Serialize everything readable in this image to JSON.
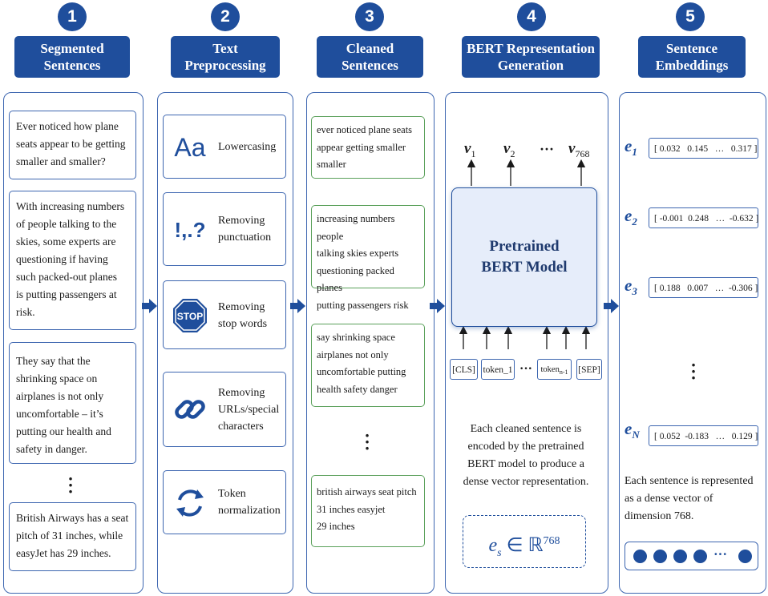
{
  "steps": [
    {
      "number": "1",
      "title": [
        "Segmented",
        "Sentences"
      ]
    },
    {
      "number": "2",
      "title": [
        "Text",
        "Preprocessing"
      ]
    },
    {
      "number": "3",
      "title": [
        "Cleaned",
        "Sentences"
      ]
    },
    {
      "number": "4",
      "title": [
        "BERT Representation",
        "Generation"
      ]
    },
    {
      "number": "5",
      "title": [
        "Sentence",
        "Embeddings"
      ]
    }
  ],
  "segmented": [
    [
      "Ever noticed how plane",
      "seats appear to be getting",
      "smaller and smaller?"
    ],
    [
      "With increasing numbers",
      "of people talking to the",
      "skies, some experts are",
      "questioning if having",
      "such packed-out planes",
      "is putting passengers at",
      "risk."
    ],
    [
      "They say that the",
      "shrinking space on",
      "airplanes is not only",
      "uncomfortable – it’s",
      "putting our health and",
      "safety in danger."
    ],
    [
      "British Airways has a seat",
      "pitch of 31 inches, while",
      "easyJet has 29 inches."
    ]
  ],
  "preprocessing": [
    {
      "icon": "Aa",
      "icon_name": "lowercase-icon",
      "label": [
        "Lowercasing"
      ]
    },
    {
      "icon": "!,.?",
      "icon_name": "punctuation-icon",
      "label": [
        "Removing",
        "punctuation"
      ]
    },
    {
      "icon": "STOP",
      "icon_name": "stop-sign-icon",
      "label": [
        "Removing",
        "stop words"
      ]
    },
    {
      "icon": "",
      "icon_name": "link-icon",
      "label": [
        "Removing",
        "URLs/special",
        "characters"
      ]
    },
    {
      "icon": "",
      "icon_name": "refresh-icon",
      "label": [
        "Token",
        "normalization"
      ]
    }
  ],
  "cleaned": [
    [
      "ever noticed plane seats",
      "appear getting smaller",
      "smaller"
    ],
    [
      "increasing numbers people",
      "talking skies experts",
      "questioning packed planes",
      "putting passengers risk"
    ],
    [
      "say shrinking space",
      "airplanes not only",
      "uncomfortable putting",
      "health safety danger"
    ],
    [
      "british airways seat pitch",
      "31 inches easyjet",
      "29 inches"
    ]
  ],
  "bert": {
    "outputs": [
      {
        "v": "v",
        "sub": "1"
      },
      {
        "v": "v",
        "sub": "2"
      },
      {
        "v": "v",
        "sub": "768"
      }
    ],
    "ellipsis": "···",
    "model_label": [
      "Pretrained",
      "BERT Model"
    ],
    "tokens": [
      "[CLS]",
      "token_1",
      "token_n-1",
      "[SEP]"
    ],
    "description": [
      "Each cleaned sentence is",
      "encoded by the pretrained",
      "BERT model to produce a",
      "dense vector representation."
    ],
    "formula": {
      "e": "e",
      "sub": "s",
      "rest": "∈ ℝ",
      "sup": "768"
    }
  },
  "embeddings": [
    {
      "label": "e",
      "sub": "1",
      "vector": "[ 0.032   0.145   …   0.317 ]"
    },
    {
      "label": "e",
      "sub": "2",
      "vector": "[ -0.001  0.248   …  -0.632 ]"
    },
    {
      "label": "e",
      "sub": "3",
      "vector": "[ 0.188   0.007   …  -0.306 ]"
    },
    {
      "label": "e",
      "sub": "N",
      "vector": "[ 0.052  -0.183   …   0.129 ]"
    }
  ],
  "embeddings_description": [
    "Each sentence is represented",
    "as a dense vector of",
    "dimension 768."
  ],
  "colors": {
    "accent": "#1f4e9c",
    "card_border": "#3d66b0",
    "cleaned_border": "#5aa05a",
    "model_fill": "#e6edfa"
  }
}
